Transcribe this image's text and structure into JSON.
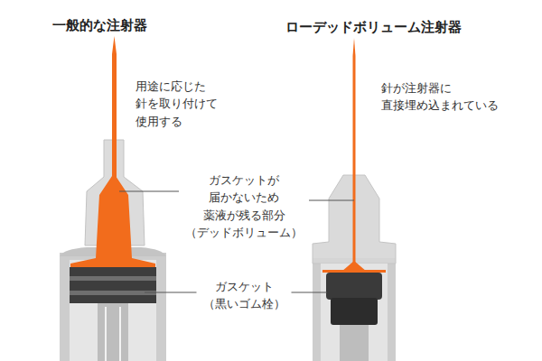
{
  "diagram": {
    "labels": [
      "一般的な注射器",
      "ローデッドボリューム注射器",
      "用途に応じた 針を取り付けて 使用する",
      "針が注射器に 直接埋め込まれている",
      "ガスケットが 届かないため 薬液が残る部分 （デッドボリューム）",
      "ガスケット （黒いゴム栓）"
    ]
  }
}
